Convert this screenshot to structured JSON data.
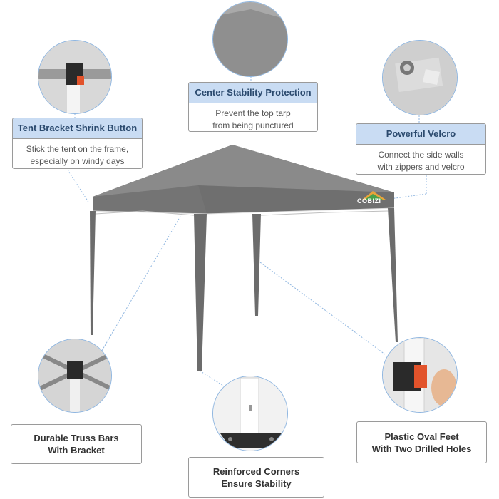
{
  "brand": "COBIZI",
  "callouts": {
    "center": {
      "title": "Center Stability Protection",
      "line1": "Prevent the top tarp",
      "line2": "from being punctured"
    },
    "bracket": {
      "title": "Tent Bracket Shrink Button",
      "line1": "Stick the tent on the frame,",
      "line2": "especially on windy days"
    },
    "velcro": {
      "title": "Powerful Velcro",
      "line1": "Connect the side walls",
      "line2": "with zippers and velcro"
    }
  },
  "labels": {
    "truss": {
      "line1": "Durable Truss Bars",
      "line2": "With Bracket"
    },
    "corners": {
      "line1": "Reinforced Corners",
      "line2": "Ensure Stability"
    },
    "feet": {
      "line1": "Plastic Oval Feet",
      "line2": "With Two Drilled Holes"
    }
  },
  "colors": {
    "accent": "#c9dcf3",
    "tent": "#7d7d7d",
    "frame": "#6c6c6c",
    "connector": "#8fb6e0",
    "latch": "#e2532b"
  }
}
